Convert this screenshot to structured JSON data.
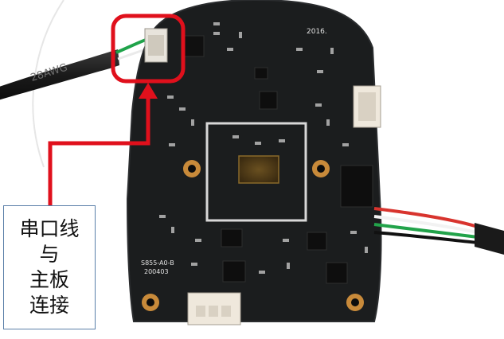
{
  "image": {
    "subject": "camera-pcb-with-serial-cable",
    "colors": {
      "board": "#1b1d1e",
      "board_edge": "#2a2c2e",
      "annotation_red": "#e0101c",
      "connector": "#efe8dc",
      "gold_pad": "#c88a3a",
      "callout_border": "#5a7fa8"
    },
    "board_silkscreen": {
      "model": "S855-A0-B",
      "date": "200403",
      "year": "2016.",
      "cable_print": "28AWG"
    },
    "callout": {
      "lines": [
        "串口线",
        "与",
        "主板",
        "连接"
      ]
    }
  }
}
